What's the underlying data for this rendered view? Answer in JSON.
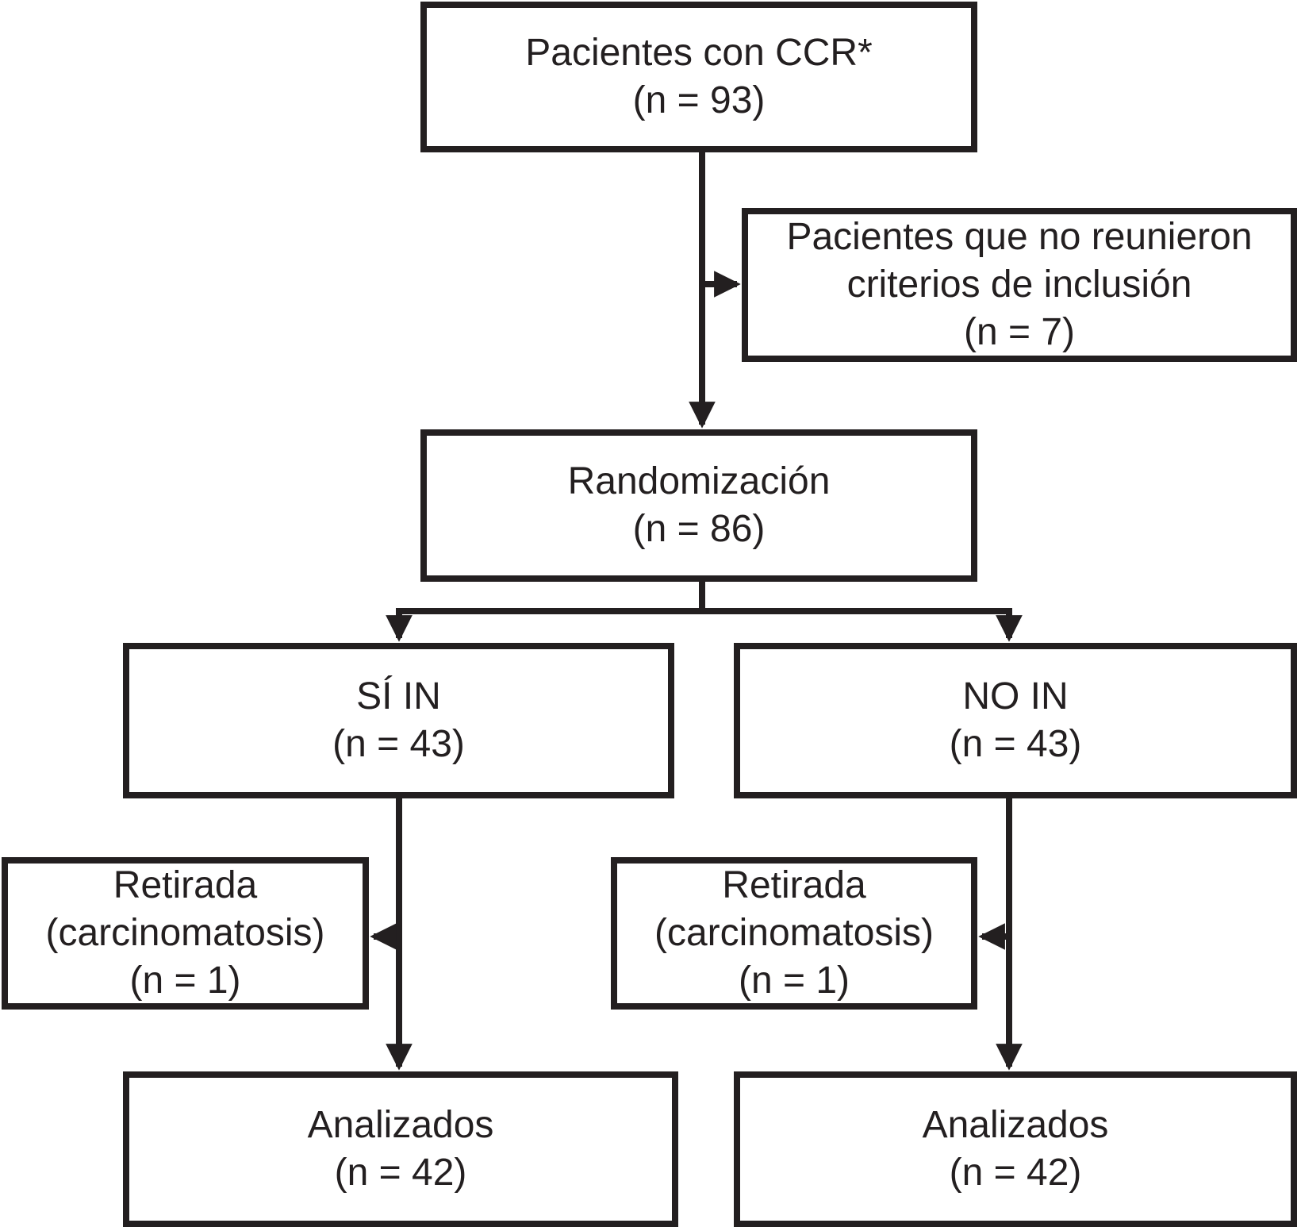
{
  "colors": {
    "line": "#231f20",
    "background": "#ffffff"
  },
  "boxes": {
    "patients": {
      "lines": [
        "Pacientes con CCR*",
        "(n = 93)"
      ]
    },
    "excluded": {
      "lines": [
        "Pacientes que no reunieron",
        "criterios de inclusión",
        "(n = 7)"
      ]
    },
    "randomization": {
      "lines": [
        "Randomización",
        "(n = 86)"
      ]
    },
    "si_in": {
      "lines": [
        "SÍ IN",
        "(n = 43)"
      ]
    },
    "no_in": {
      "lines": [
        "NO IN",
        "(n = 43)"
      ]
    },
    "withdrawal_left": {
      "lines": [
        "Retirada",
        "(carcinomatosis)",
        "(n = 1)"
      ]
    },
    "withdrawal_right": {
      "lines": [
        "Retirada",
        "(carcinomatosis)",
        "(n = 1)"
      ]
    },
    "analyzed_left": {
      "lines": [
        "Analizados",
        "(n = 42)"
      ]
    },
    "analyzed_right": {
      "lines": [
        "Analizados",
        "(n = 42)"
      ]
    }
  }
}
